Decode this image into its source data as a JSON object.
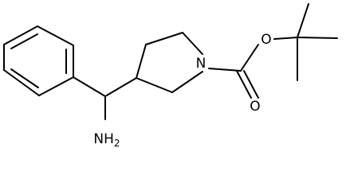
{
  "molecule": {
    "atom_labels": {
      "ring_nitrogen": "N",
      "ester_oxygen": "O",
      "carbonyl_oxygen": "O",
      "amine": {
        "symbol": "NH",
        "subscript": "2"
      }
    }
  },
  "colors": {
    "bond": "#000000",
    "background": "#ffffff"
  }
}
